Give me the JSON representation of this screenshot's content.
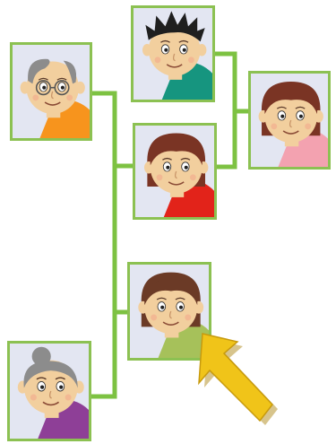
{
  "colors": {
    "connector": "#7dc242",
    "card_border": "#8cc152",
    "card_bg": "#e3e6f2",
    "skin": "#f2cf9e",
    "arrow": "#f0c419"
  },
  "family_tree": {
    "members": [
      {
        "id": "grandfather",
        "hair": "#8c8c8c",
        "shirt": "#f7941d",
        "glasses": true
      },
      {
        "id": "uncle",
        "hair": "#1f1f1f",
        "shirt": "#16957f",
        "glasses": false
      },
      {
        "id": "mother",
        "hair": "#7a3424",
        "shirt": "#e2231a",
        "glasses": false
      },
      {
        "id": "aunt",
        "hair": "#7a3424",
        "shirt": "#f3a2b0",
        "glasses": false
      },
      {
        "id": "child",
        "hair": "#6b3a26",
        "shirt": "#a6c15a",
        "glasses": false
      },
      {
        "id": "grandmother",
        "hair": "#8c8c8c",
        "shirt": "#8e3f97",
        "glasses": false
      }
    ],
    "highlighted_member": "child",
    "pointer_icon": "arrow-pointer-icon"
  }
}
